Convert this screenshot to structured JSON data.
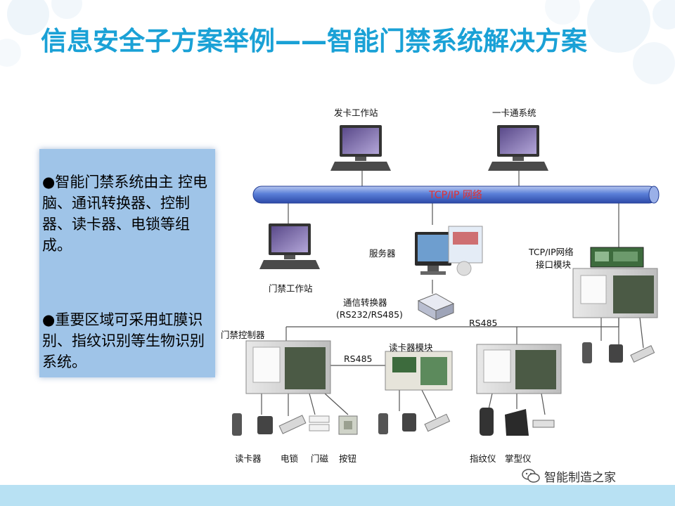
{
  "slide": {
    "title": "信息安全子方案举例——智能门禁系统解决方案",
    "bullets": [
      "●智能门禁系统由主 控电脑、通讯转换器、控制器、读卡器、电锁等组成。",
      "●重要区域可采用虹膜识别、指纹识别等生物识别系统。"
    ],
    "watermark": "智能制造之家"
  },
  "diagram": {
    "network_label": "TCP/IP 网络",
    "labels": {
      "card_issue_station": "发卡工作站",
      "one_card_system": "一卡通系统",
      "access_workstation": "门禁工作站",
      "server": "服务器",
      "tcpip_module_line1": "TCP/IP网络",
      "tcpip_module_line2": "接口模块",
      "converter_line1": "通信转换器",
      "converter_line2": "(RS232/RS485)",
      "rs485_top": "RS485",
      "access_controller": "门禁控制器",
      "rs485_left": "RS485",
      "reader_module": "读卡器模块",
      "card_reader": "读卡器",
      "electric_lock": "电锁",
      "door_magnet": "门磁",
      "button": "按钮",
      "fingerprint": "指纹仪",
      "palm": "掌型仪"
    }
  },
  "colors": {
    "title": "#1aa1d6",
    "bullet_box": "#9fc4e8",
    "network_pipe": "#3b5fc0",
    "network_text": "#e23030",
    "bottom_band": "#b8e1f3"
  }
}
